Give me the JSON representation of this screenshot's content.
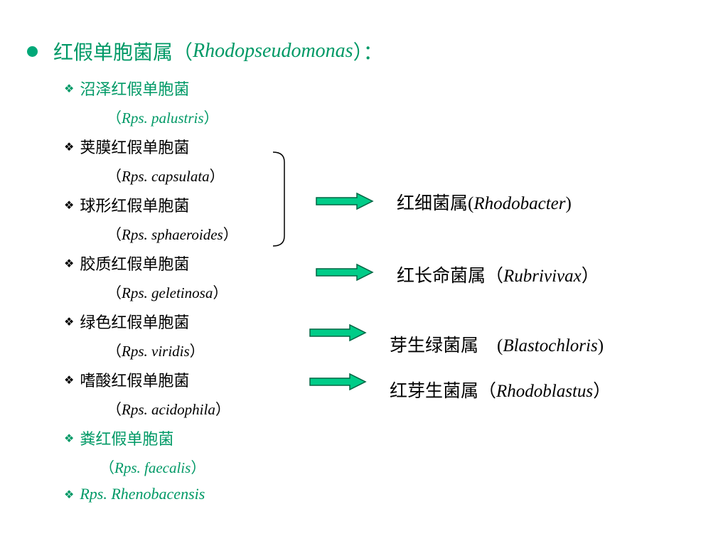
{
  "title": {
    "zh": "红假单胞菌属",
    "open": "（",
    "sci": "Rhodopseudomonas",
    "close": "）：",
    "color": "#009966"
  },
  "species": [
    {
      "zh": "沼泽红假单胞菌",
      "open": "（",
      "sci": "Rps. palustris",
      "close": "）",
      "color": "#009966"
    },
    {
      "zh": "荚膜红假单胞菌",
      "open": "（",
      "sci": "Rps. capsulata",
      "close": "）",
      "color": "#000000"
    },
    {
      "zh": "球形红假单胞菌",
      "open": "（",
      "sci": "Rps. sphaeroides",
      "close": "）",
      "color": "#000000"
    },
    {
      "zh": "胶质红假单胞菌",
      "open": "（",
      "sci": "Rps. geletinosa",
      "close": "）",
      "color": "#000000"
    },
    {
      "zh": "绿色红假单胞菌",
      "open": "（",
      "sci": "Rps. viridis",
      "close": "）",
      "color": "#000000"
    },
    {
      "zh": "嗜酸红假单胞菌",
      "open": "（",
      "sci": "Rps. acidophila",
      "close": "）",
      "color": "#000000"
    },
    {
      "zh": "粪红假单胞菌",
      "open": "（",
      "sci": "Rps. faecalis",
      "close": "）",
      "color": "#009966"
    }
  ],
  "last_species": {
    "sci": "Rps. Rhenobacensis",
    "color": "#009966"
  },
  "diamond_glyph": "❖",
  "reclassified": [
    {
      "zh": "红细菌属",
      "open": "(",
      "sci": "Rhodobacter",
      "close": ")"
    },
    {
      "zh": "红长命菌属",
      "open": "（",
      "sci": "Rubrivivax",
      "close": "）"
    },
    {
      "zh": "芽生绿菌属",
      "open": "(",
      "sci": "Blastochloris",
      "close": ")"
    },
    {
      "zh": "红芽生菌属",
      "open": "（",
      "sci": "Rhodoblastus",
      "close": "）"
    }
  ],
  "arrow_color": "#00cc88"
}
